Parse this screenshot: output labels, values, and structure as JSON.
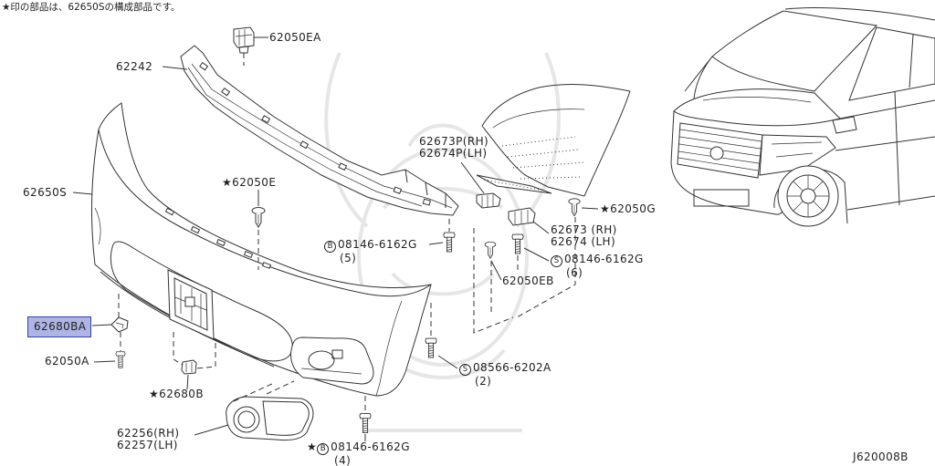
{
  "header_note": "★印の部品は、62650Sの構成部品です。",
  "diagram_code": "J620008B",
  "colors": {
    "line": "#333333",
    "highlight_fill": "#aeb4e4",
    "highlight_border": "#3442a8",
    "watermark": "#e6e6e6"
  },
  "callouts": {
    "p62050EA": {
      "text": "62050EA"
    },
    "p62242": {
      "text": "62242"
    },
    "p62650S": {
      "text": "62650S"
    },
    "p62050E": {
      "star": "★",
      "text": "62050E"
    },
    "p62673P": {
      "rh": "62673P(RH)",
      "lh": "62674P(LH)"
    },
    "p62050G": {
      "star": "★",
      "text": "62050G"
    },
    "b08146_5": {
      "circle": "B",
      "text": "08146-6162G",
      "qty": "(5)"
    },
    "p62673": {
      "rh": "62673 (RH)",
      "lh": "62674 (LH)"
    },
    "s08146_6": {
      "circle": "S",
      "text": "08146-6162G",
      "qty": "(6)"
    },
    "p62050EB": {
      "text": "62050EB"
    },
    "p62680BA": {
      "text": "62680BA",
      "selected": true
    },
    "p62050A": {
      "text": "62050A"
    },
    "p62680B": {
      "star": "★",
      "text": "62680B"
    },
    "s08566": {
      "circle": "S",
      "text": "08566-6202A",
      "qty": "(2)"
    },
    "p62256": {
      "rh": "62256(RH)",
      "lh": "62257(LH)"
    },
    "b08146_4": {
      "star": "★",
      "circle": "B",
      "text": "08146-6162G",
      "qty": "(4)"
    }
  },
  "icons": {
    "star_marker": "component-star",
    "circle_b": "bolt-type-b",
    "circle_s": "bolt-type-s"
  }
}
